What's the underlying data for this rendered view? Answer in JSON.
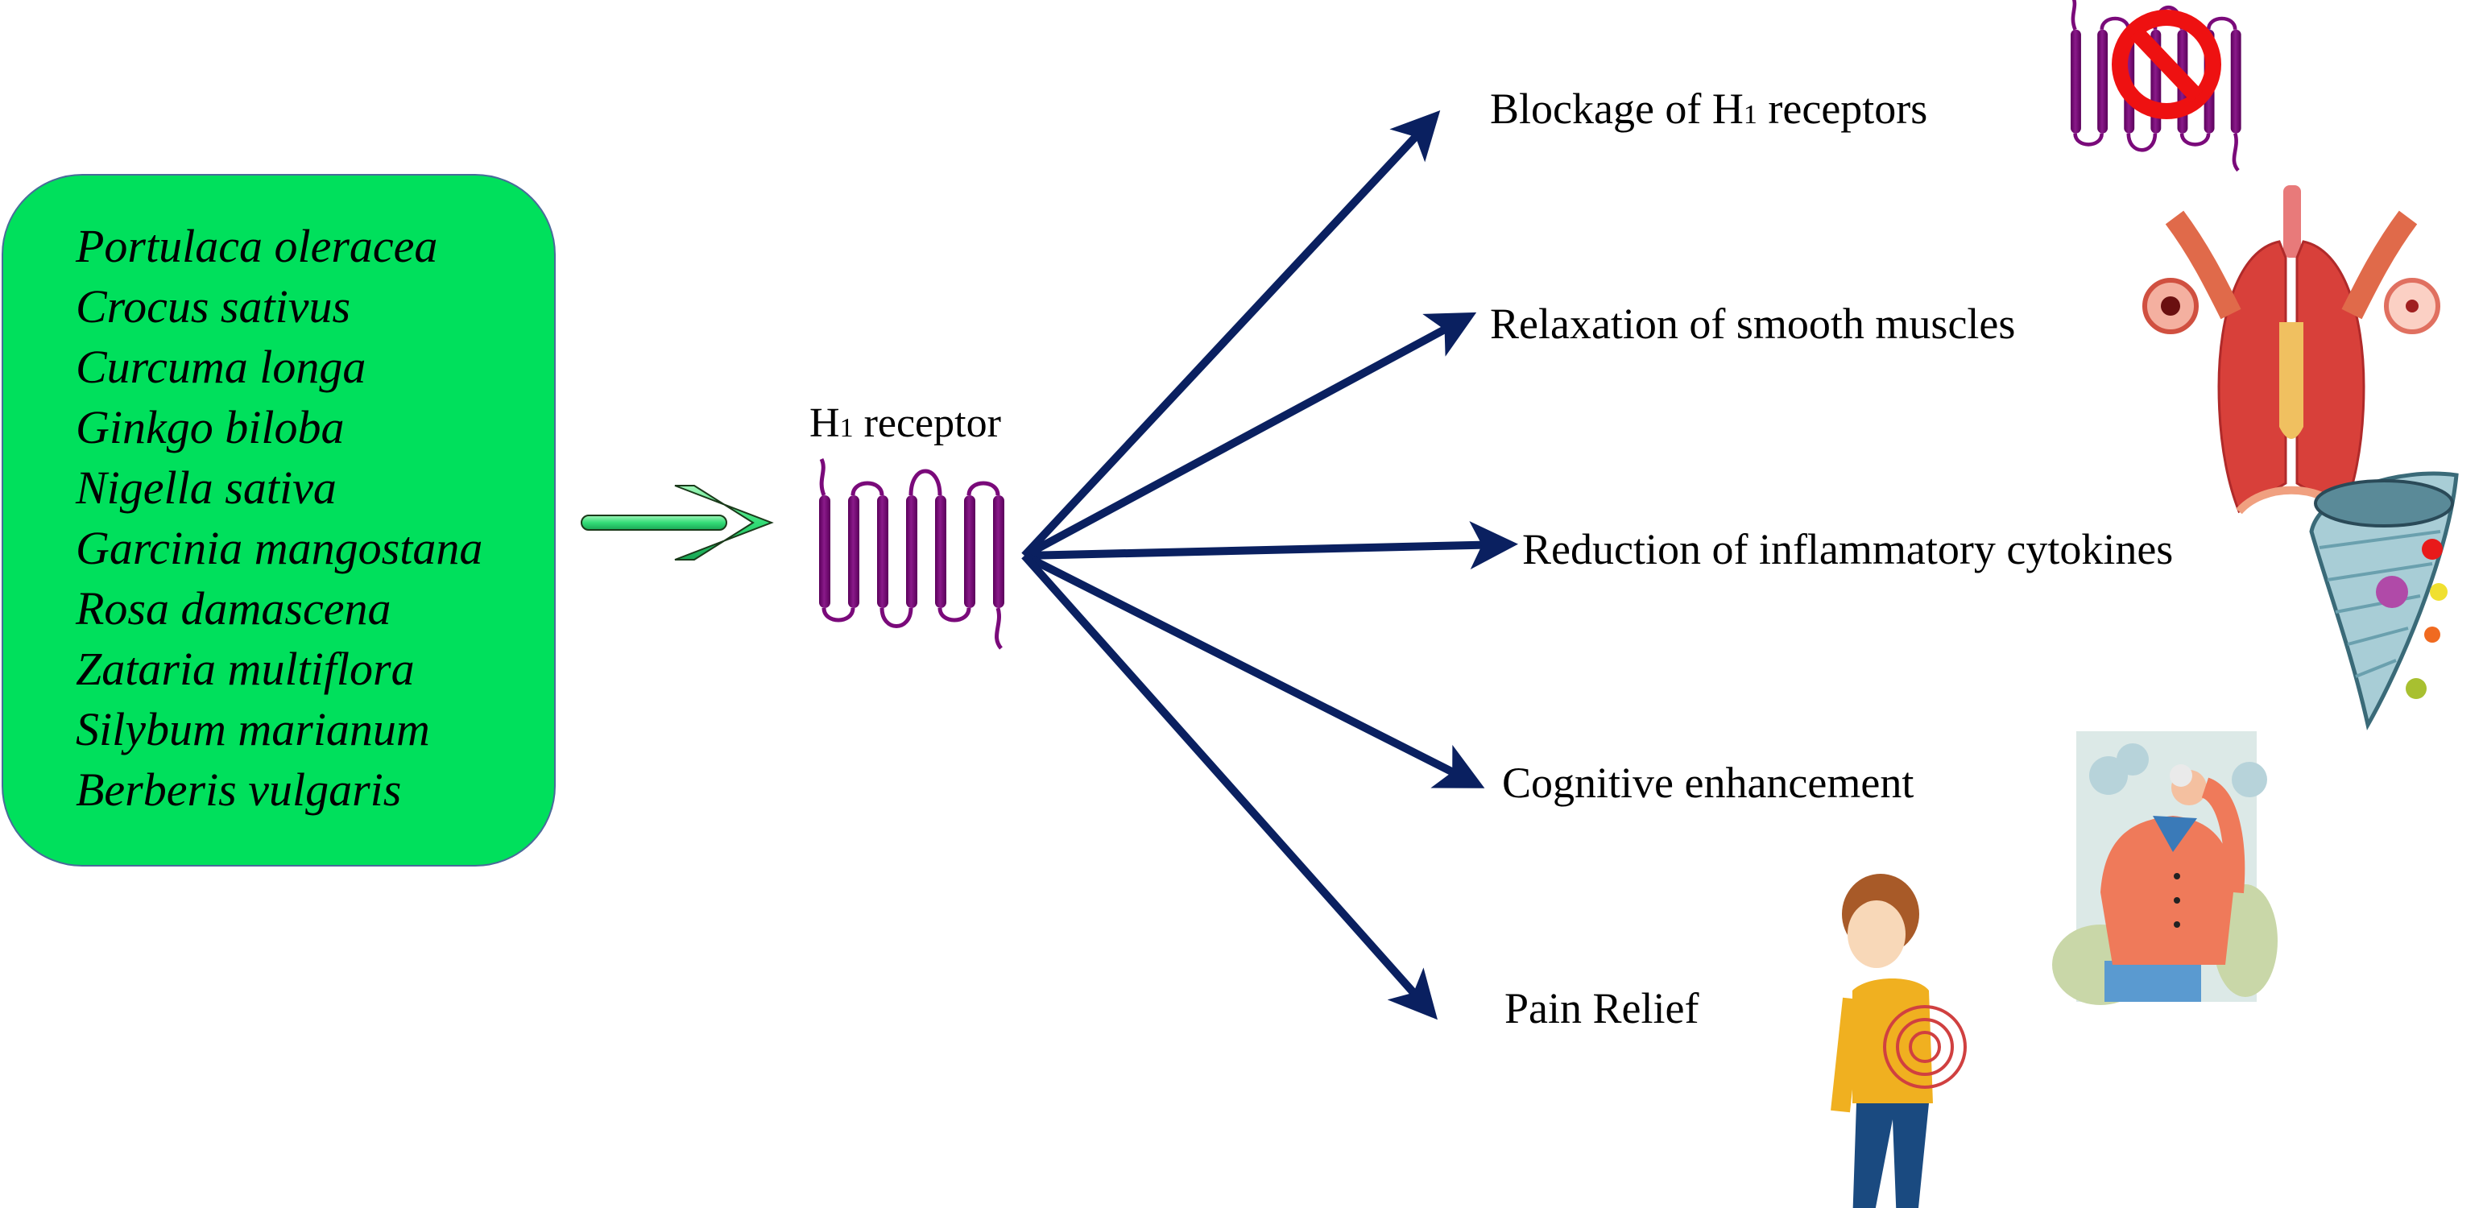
{
  "plant_box": {
    "title": "Medicinal plants",
    "species": [
      "Portulaca oleracea",
      "Crocus sativus",
      "Curcuma longa",
      "Ginkgo biloba",
      "Nigella sativa",
      "Garcinia mangostana",
      "Rosa damascena",
      "Zataria multiflora",
      "Silybum marianum",
      "Berberis vulgaris"
    ],
    "fill_color": "#00e05c"
  },
  "receptor": {
    "label_main": "H",
    "label_sub": "1",
    "label_rest": " receptor",
    "color": "#7a0a7a"
  },
  "arrow_color": "#0a2060",
  "input_arrow_color": "#33dd77",
  "effects": [
    {
      "pre": "Blockage of  H",
      "sub": "1",
      "post": " receptors",
      "icon": "blocked-receptor-icon"
    },
    {
      "pre": "Relaxation of smooth muscles",
      "sub": "",
      "post": "",
      "icon": "lungs-icon"
    },
    {
      "pre": "Reduction of inflammatory cytokines",
      "sub": "",
      "post": "",
      "icon": "cytokine-storm-icon"
    },
    {
      "pre": "Cognitive enhancement",
      "sub": "",
      "post": "",
      "icon": "thinking-elder-icon"
    },
    {
      "pre": "Pain Relief",
      "sub": "",
      "post": "",
      "icon": "back-pain-person-icon"
    }
  ]
}
